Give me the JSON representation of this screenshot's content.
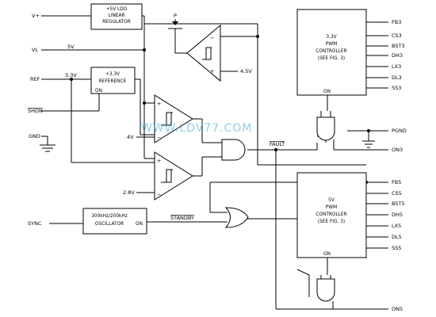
{
  "inputs": {
    "vplus": "V+",
    "vl": "VL",
    "ref": "REF",
    "shdn": "SHDN",
    "gnd": "GND",
    "sync": "SYNC"
  },
  "nets": {
    "v5": "5V",
    "v33": "3.3V",
    "p": "P",
    "v45": "4.5V",
    "v4": "4V",
    "v28": "2.8V",
    "fault": "FAULT",
    "standby": "STANDBY"
  },
  "blocks": {
    "ldo": {
      "line1": "+5V LDO",
      "line2": "LINEAR",
      "line3": "REGULATOR"
    },
    "reference": {
      "line1": "+3.3V",
      "line2": "REFERENCE",
      "on": "ON"
    },
    "oscillator": {
      "line1": "300kHz/200kHz",
      "line2": "OSCILLATOR",
      "on": "ON"
    },
    "pwm33": {
      "line1": "3.3V",
      "line2": "PWM",
      "line3": "CONTROLLER",
      "line4": "(SEE FIG. 3)",
      "on": "ON"
    },
    "pwm5": {
      "line1": "5V",
      "line2": "PWM",
      "line3": "CONTROLLER",
      "line4": "(SEE FIG. 3)",
      "on": "ON"
    }
  },
  "pins33": [
    "FB3",
    "CS3",
    "BST3",
    "DH3",
    "LX3",
    "DL3",
    "SS3"
  ],
  "pins5": [
    "FB5",
    "CS5",
    "BST5",
    "DH5",
    "LX5",
    "DL5",
    "SS5"
  ],
  "outputs": {
    "pgnd": "PGND",
    "on3": "ON3",
    "on5": "ON5"
  },
  "watermark": "WWW.LDV77.COM"
}
